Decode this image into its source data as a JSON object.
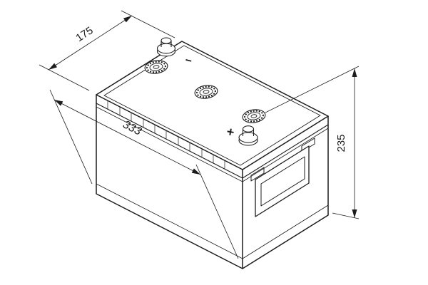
{
  "drawing": {
    "kind": "battery-isometric-dimension-drawing",
    "background": "#ffffff",
    "line_color": "#1c1c1c",
    "labels": {
      "width_mm": "175",
      "length_mm": "333",
      "height_mm": "235",
      "positive_terminal": "+",
      "negative_terminal": "−"
    }
  }
}
